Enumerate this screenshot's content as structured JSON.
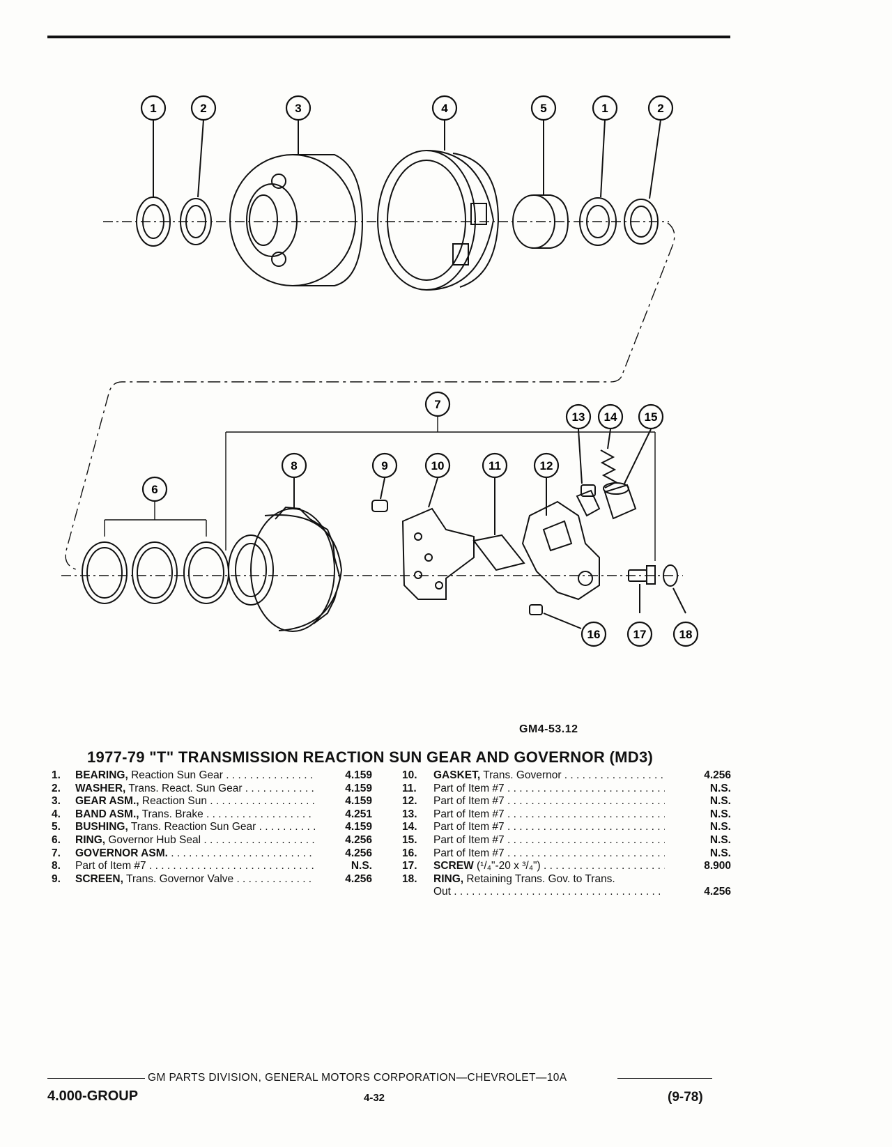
{
  "figure_code": "GM4-53.12",
  "title": "1977-79 \"T\" TRANSMISSION REACTION SUN GEAR AND GOVERNOR (MD3)",
  "callouts": [
    "1",
    "2",
    "3",
    "4",
    "5",
    "1",
    "2",
    "7",
    "13",
    "14",
    "15",
    "8",
    "9",
    "10",
    "11",
    "12",
    "6",
    "16",
    "17",
    "18"
  ],
  "parts_left": [
    {
      "num": "1.",
      "name": "BEARING,",
      "desc": "Reaction Sun Gear",
      "code": "4.159"
    },
    {
      "num": "2.",
      "name": "WASHER,",
      "desc": "Trans. React. Sun Gear",
      "code": "4.159"
    },
    {
      "num": "3.",
      "name": "GEAR ASM.,",
      "desc": "Reaction Sun",
      "code": "4.159"
    },
    {
      "num": "4.",
      "name": "BAND ASM.,",
      "desc": "Trans. Brake",
      "code": "4.251"
    },
    {
      "num": "5.",
      "name": "BUSHING,",
      "desc": "Trans. Reaction Sun Gear",
      "code": "4.159"
    },
    {
      "num": "6.",
      "name": "RING,",
      "desc": "Governor Hub Seal",
      "code": "4.256"
    },
    {
      "num": "7.",
      "name": "GOVERNOR ASM.",
      "desc": "",
      "code": "4.256"
    },
    {
      "num": "8.",
      "name": "",
      "desc": "Part of Item #7",
      "code": "N.S."
    },
    {
      "num": "9.",
      "name": "SCREEN,",
      "desc": "Trans. Governor Valve",
      "code": "4.256"
    }
  ],
  "parts_right": [
    {
      "num": "10.",
      "name": "GASKET,",
      "desc": "Trans. Governor",
      "code": "4.256"
    },
    {
      "num": "11.",
      "name": "",
      "desc": "Part of Item #7",
      "code": "N.S."
    },
    {
      "num": "12.",
      "name": "",
      "desc": "Part of Item #7",
      "code": "N.S."
    },
    {
      "num": "13.",
      "name": "",
      "desc": "Part of Item #7",
      "code": "N.S."
    },
    {
      "num": "14.",
      "name": "",
      "desc": "Part of Item #7",
      "code": "N.S."
    },
    {
      "num": "15.",
      "name": "",
      "desc": "Part of Item #7",
      "code": "N.S."
    },
    {
      "num": "16.",
      "name": "",
      "desc": "Part of Item #7",
      "code": "N.S."
    },
    {
      "num": "17.",
      "name": "SCREW",
      "desc": "(¹/₄\"-20 x ³/₄\")",
      "code": "8.900"
    },
    {
      "num": "18.",
      "name": "RING,",
      "desc": "Retaining Trans. Gov. to Trans.",
      "code": ""
    },
    {
      "num": "",
      "name": "",
      "desc": "Out",
      "code": "4.256"
    }
  ],
  "footer": {
    "text": "GM PARTS DIVISION, GENERAL MOTORS CORPORATION—CHEVROLET—10A",
    "group": "4.000-GROUP",
    "page": "4-32",
    "date": "(9-78)"
  }
}
